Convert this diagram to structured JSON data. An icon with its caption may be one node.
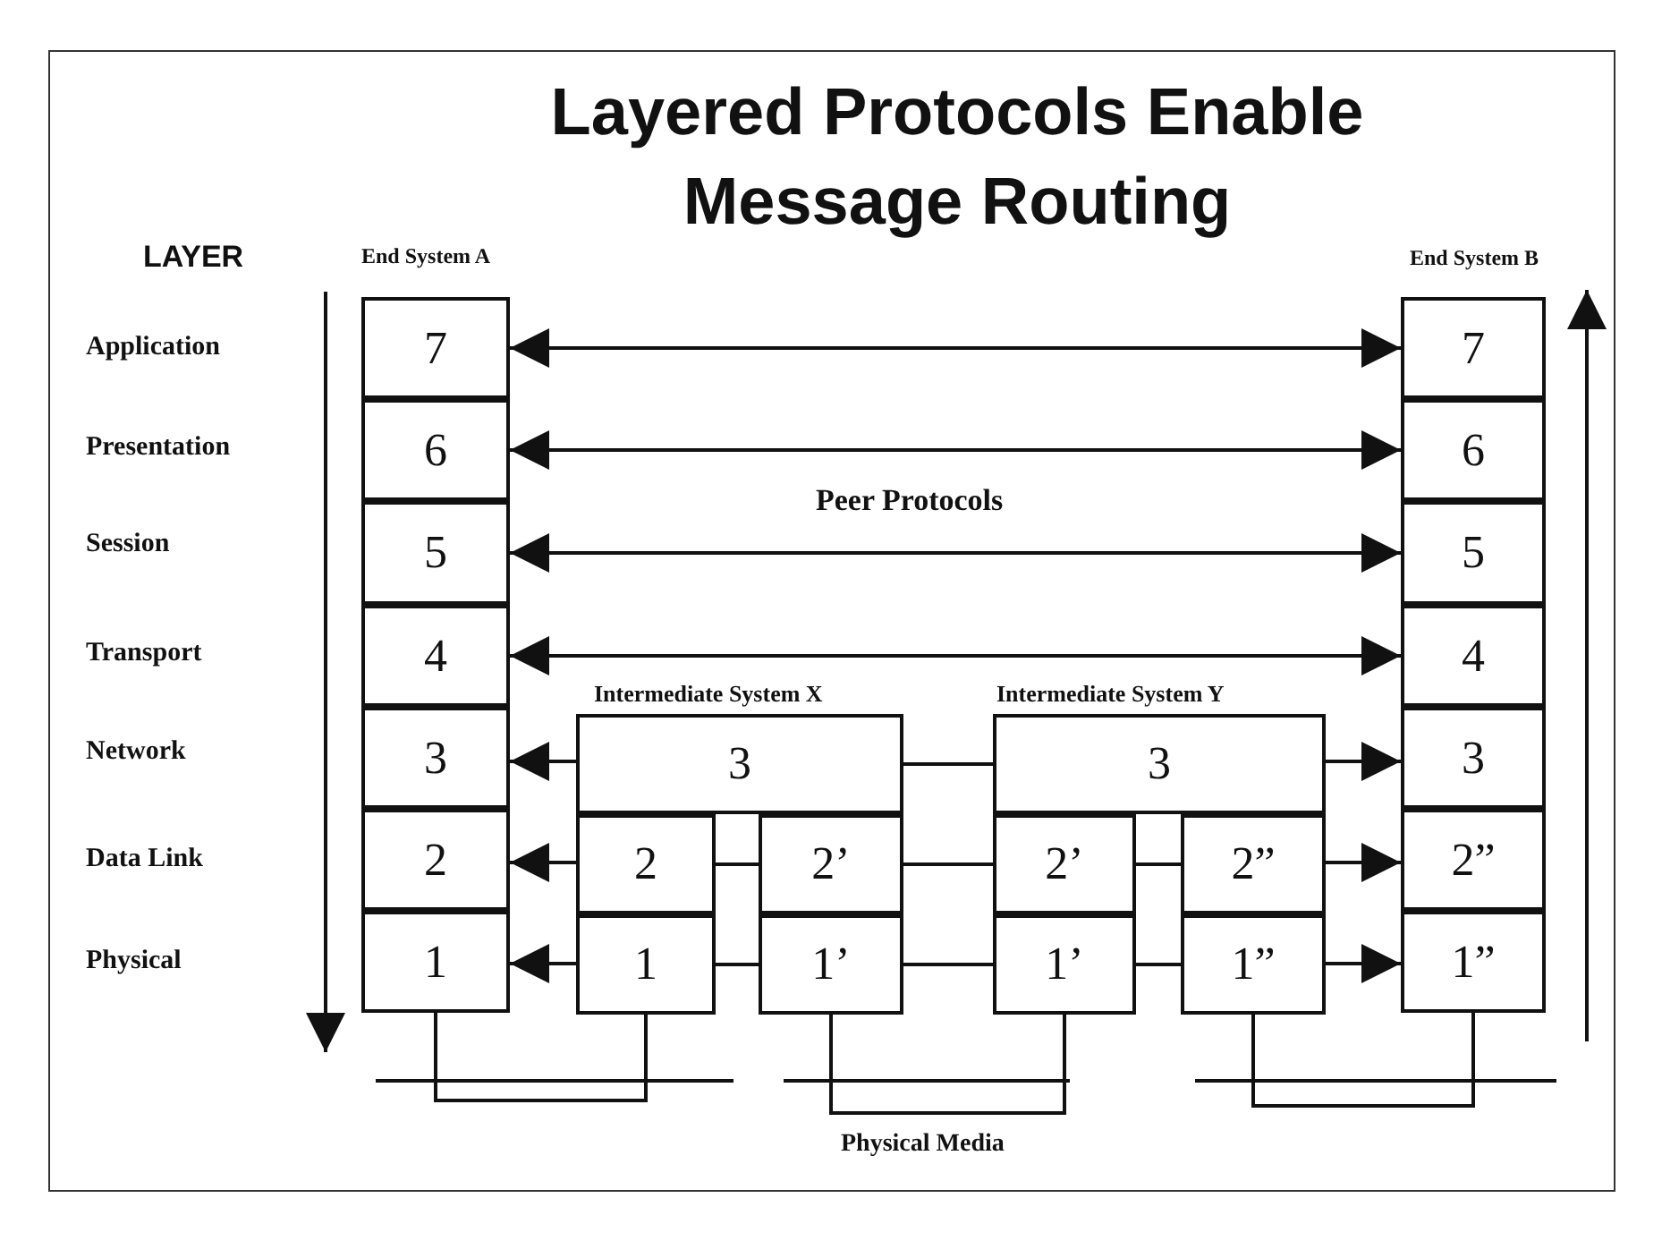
{
  "diagram": {
    "title": "Layered Protocols Enable Message Routing",
    "nodes": [
      {
        "text": [
          "7"
        ]
      },
      {
        "text": [
          "6"
        ]
      },
      {
        "text": [
          "5"
        ]
      },
      {
        "text": [
          "4"
        ]
      },
      {
        "text": [
          "3"
        ]
      },
      {
        "text": [
          "2"
        ]
      },
      {
        "text": [
          "1"
        ]
      },
      {
        "text": [
          "3"
        ]
      },
      {
        "text": [
          "2"
        ]
      },
      {
        "text": [
          "2’"
        ]
      },
      {
        "text": [
          "1"
        ]
      },
      {
        "text": [
          "1’"
        ]
      },
      {
        "text": [
          "3"
        ]
      },
      {
        "text": [
          "2’"
        ]
      },
      {
        "text": [
          "2”"
        ]
      },
      {
        "text": [
          "1’"
        ]
      },
      {
        "text": [
          "1”"
        ]
      },
      {
        "text": [
          "7"
        ]
      },
      {
        "text": [
          "6"
        ]
      },
      {
        "text": [
          "5"
        ]
      },
      {
        "text": [
          "4"
        ]
      },
      {
        "text": [
          "3"
        ]
      },
      {
        "text": [
          "2”"
        ]
      },
      {
        "text": [
          "1”"
        ]
      }
    ],
    "edges": [
      {
        "from": 0,
        "to": 17,
        "arrow": "both"
      },
      {
        "from": 1,
        "to": 18,
        "arrow": "both"
      },
      {
        "from": 2,
        "to": 19,
        "arrow": "both"
      },
      {
        "from": 3,
        "to": 20,
        "arrow": "both"
      },
      {
        "from": 7,
        "to": 4,
        "arrow": "to"
      },
      {
        "from": 8,
        "to": 5,
        "arrow": "to"
      },
      {
        "from": 10,
        "to": 6,
        "arrow": "to"
      },
      {
        "from": 8,
        "to": 9,
        "arrow": "none"
      },
      {
        "from": 10,
        "to": 11,
        "arrow": "none"
      },
      {
        "from": 7,
        "to": 12,
        "arrow": "none"
      },
      {
        "from": 9,
        "to": 13,
        "arrow": "none"
      },
      {
        "from": 11,
        "to": 15,
        "arrow": "none"
      },
      {
        "from": 13,
        "to": 14,
        "arrow": "none"
      },
      {
        "from": 15,
        "to": 16,
        "arrow": "none"
      },
      {
        "from": 12,
        "to": 21,
        "arrow": "to"
      },
      {
        "from": 14,
        "to": 22,
        "arrow": "to"
      },
      {
        "from": 16,
        "to": 23,
        "arrow": "to"
      },
      {
        "from": 6,
        "to": 10,
        "arrow": "none"
      },
      {
        "from": 11,
        "to": 15,
        "arrow": "none"
      },
      {
        "from": 16,
        "to": 23,
        "arrow": "none"
      }
    ],
    "labels": [
      "LAYER",
      "End System A",
      "End System B",
      "Application",
      "Presentation",
      "Session",
      "Transport",
      "Network",
      "Data Link",
      "Physical",
      "Peer Protocols",
      "Intermediate System X",
      "Intermediate System Y",
      "Physical Media"
    ]
  }
}
